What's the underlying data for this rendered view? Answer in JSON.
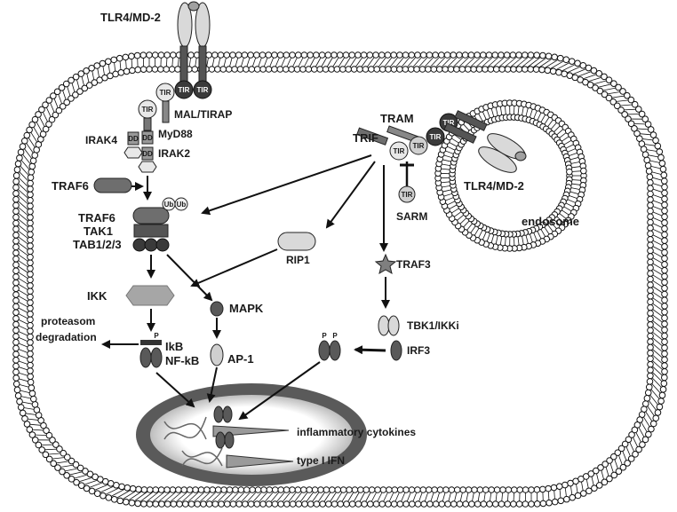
{
  "labels": {
    "tlr4_top": "TLR4/MD-2",
    "tlr4_endo": "TLR4/MD-2",
    "mal_tirap": "MAL/TIRAP",
    "myd88": "MyD88",
    "irak4": "IRAK4",
    "irak2": "IRAK2",
    "traf6_free": "TRAF6",
    "traf6": "TRAF6",
    "tak1": "TAK1",
    "tab": "TAB1/2/3",
    "ikk": "IKK",
    "mapk": "MAPK",
    "ap1": "AP-1",
    "proteasom": "proteasom",
    "degradation": "degradation",
    "ikb": "IkB",
    "nfkb": "NF-kB",
    "tram": "TRAM",
    "trif": "TRIF",
    "sarm": "SARM",
    "rip1": "RIP1",
    "traf3": "TRAF3",
    "tbk1": "TBK1/IKKi",
    "irf3": "IRF3",
    "endosome": "endosome",
    "cytokines": "inflammatory cytokines",
    "ifn": "type I IFN"
  },
  "domain_tags": {
    "tir": "TIR",
    "dd": "DD",
    "ub": "Ub",
    "p": "P"
  },
  "colors": {
    "membrane_head": "#ffffff",
    "membrane_stroke": "#111111",
    "receptor_light": "#d9d9d9",
    "protein_dark": "#595959",
    "protein_mid": "#8c8c8c",
    "protein_light": "#cfcfcf",
    "ikk_fill": "#a6a6a6",
    "nucleus_ring": "#555555",
    "traf3_star": "#7f7f7f"
  }
}
